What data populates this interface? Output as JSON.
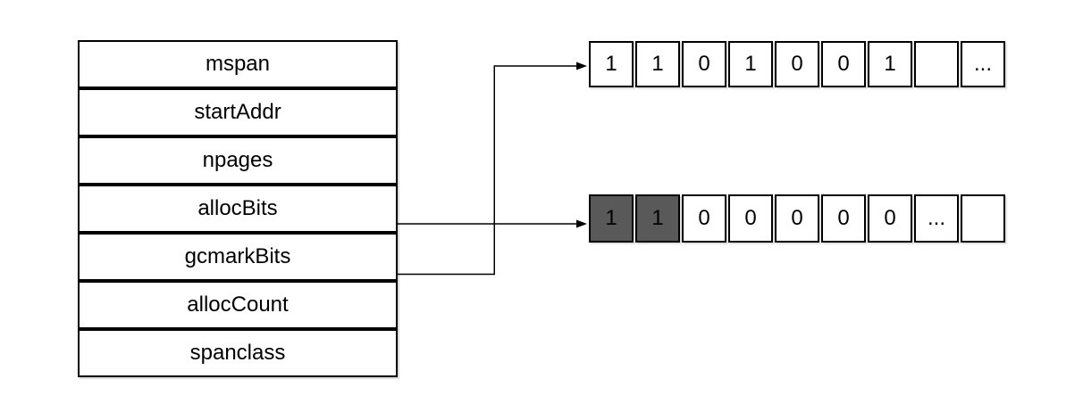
{
  "diagram": {
    "colors": {
      "border": "#000000",
      "highlight_fill": "#595959",
      "cell_fill": "#ffffff",
      "background": "#ffffff",
      "text": "#000000"
    },
    "struct_table": {
      "rows": [
        {
          "label": "mspan"
        },
        {
          "label": "startAddr"
        },
        {
          "label": "npages"
        },
        {
          "label": "allocBits"
        },
        {
          "label": "gcmarkBits"
        },
        {
          "label": "allocCount"
        },
        {
          "label": "spanclass"
        }
      ]
    },
    "arrows": [
      {
        "from": "allocBits",
        "to": "bottom-bit-array",
        "shape": "straight"
      },
      {
        "from": "gcmarkBits",
        "to": "top-bit-array",
        "shape": "elbow-up"
      }
    ],
    "top_bit_array": {
      "cells": [
        {
          "value": "1",
          "highlighted": false
        },
        {
          "value": "1",
          "highlighted": false
        },
        {
          "value": "0",
          "highlighted": false
        },
        {
          "value": "1",
          "highlighted": false
        },
        {
          "value": "0",
          "highlighted": false
        },
        {
          "value": "0",
          "highlighted": false
        },
        {
          "value": "1",
          "highlighted": false
        },
        {
          "value": "",
          "highlighted": false
        },
        {
          "value": "...",
          "highlighted": false
        }
      ]
    },
    "bottom_bit_array": {
      "cells": [
        {
          "value": "1",
          "highlighted": true
        },
        {
          "value": "1",
          "highlighted": true
        },
        {
          "value": "0",
          "highlighted": false
        },
        {
          "value": "0",
          "highlighted": false
        },
        {
          "value": "0",
          "highlighted": false
        },
        {
          "value": "0",
          "highlighted": false
        },
        {
          "value": "0",
          "highlighted": false
        },
        {
          "value": "...",
          "highlighted": false
        },
        {
          "value": "",
          "highlighted": false
        }
      ]
    }
  }
}
